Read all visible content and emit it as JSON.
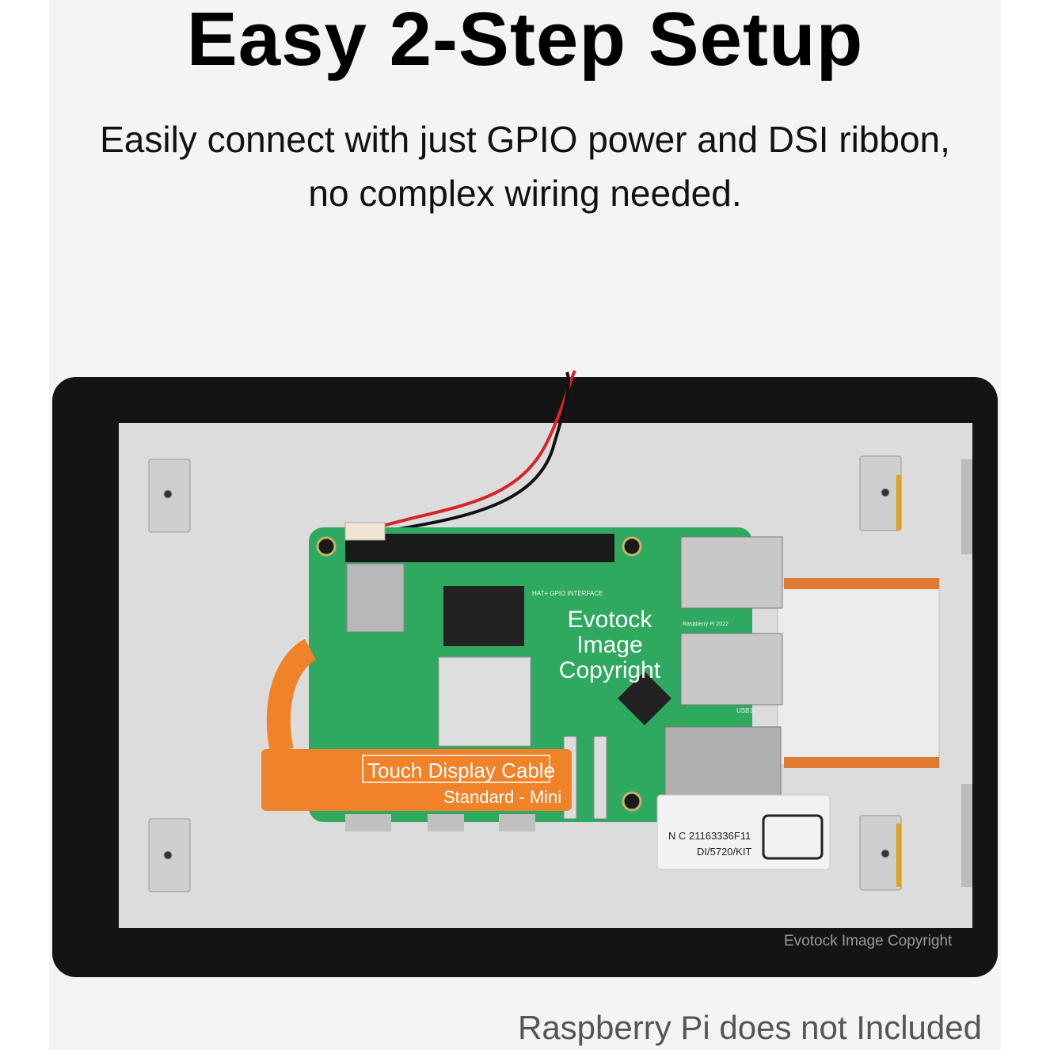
{
  "headline": "Easy 2-Step Setup",
  "subtitle_line1": "Easily connect with just GPIO power and DSI ribbon,",
  "subtitle_line2": "no complex wiring needed.",
  "footer_note": "Raspberry Pi does not Included",
  "watermark_center": [
    "Evotock",
    "Image",
    "Copyright"
  ],
  "watermark_corner": "Evotock Image Copyright",
  "cable_label_line1": "Touch Display Cable",
  "cable_label_line2": "Standard - Mini",
  "board_silkscreen": {
    "gpio": "HAT+ GPIO INTERFACE",
    "pi": "Raspberry Pi 2022",
    "usb": "USB3"
  },
  "sticker": {
    "serial": "N C 21163336F11",
    "model": "DI/5720/KIT"
  },
  "colors": {
    "bezel": "#141414",
    "panel": "#dcdcdc",
    "pcb": "#2fa860",
    "ribbon": "#f0822a",
    "wire_red": "#d8232a",
    "wire_black": "#111111"
  }
}
